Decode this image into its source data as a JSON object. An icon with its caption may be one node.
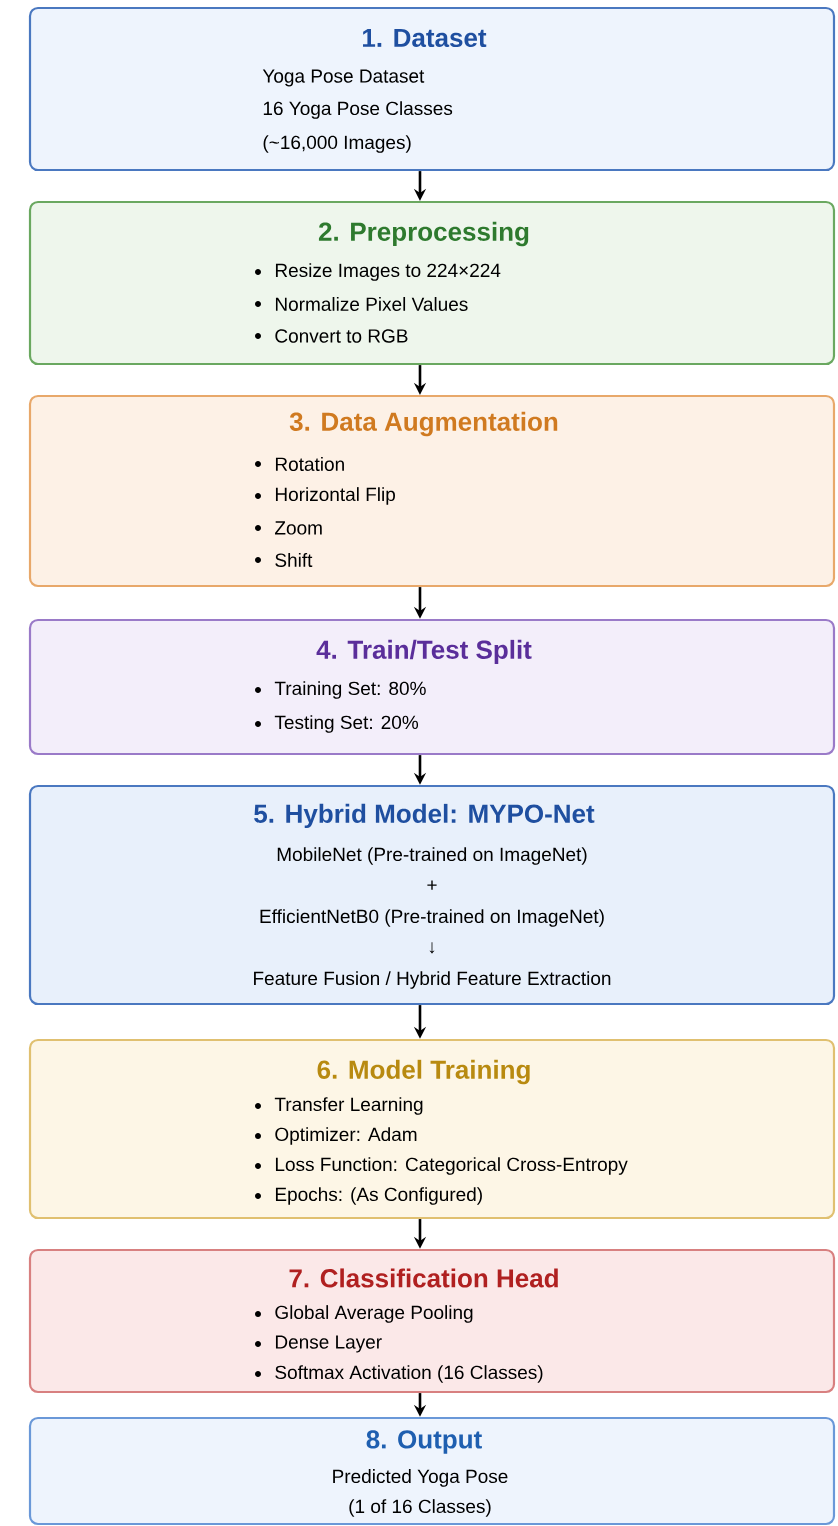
{
  "diagram": {
    "nodes": [
      {
        "text": [
          "1. Dataset",
          "Yoga Pose Dataset",
          "16 Yoga Pose Classes",
          "(~16,000 Images)"
        ]
      },
      {
        "text": [
          "2. Preprocessing",
          "Resize Images to 224×224",
          "Normalize Pixel Values",
          "Convert to RGB"
        ]
      },
      {
        "text": [
          "3. Data Augmentation",
          "Rotation",
          "Horizontal Flip",
          "Zoom",
          "Shift"
        ]
      },
      {
        "text": [
          "4. Train/Test Split",
          "Training Set: 80%",
          "Testing Set: 20%"
        ]
      },
      {
        "text": [
          "5. Hybrid Model: MYPO-Net",
          "MobileNet (Pre-trained on ImageNet)",
          "+",
          "EfficientNetB0 (Pre-trained on ImageNet)",
          "↓",
          "Feature Fusion / Hybrid Feature Extraction"
        ]
      },
      {
        "text": [
          "6. Model Training",
          "Transfer Learning",
          "Optimizer: Adam",
          "Loss Function: Categorical Cross-Entropy",
          "Epochs: (As Configured)"
        ]
      },
      {
        "text": [
          "7. Classification Head",
          "Global Average Pooling",
          "Dense Layer",
          "Softmax Activation (16 Classes)"
        ]
      },
      {
        "text": [
          "8. Output",
          "Predicted Yoga Pose",
          "(1 of 16 Classes)"
        ]
      }
    ],
    "edges": [
      {
        "from": 0,
        "to": 1,
        "arrow": "to"
      },
      {
        "from": 1,
        "to": 2,
        "arrow": "to"
      },
      {
        "from": 2,
        "to": 3,
        "arrow": "to"
      },
      {
        "from": 3,
        "to": 4,
        "arrow": "to"
      },
      {
        "from": 4,
        "to": 5,
        "arrow": "to"
      },
      {
        "from": 5,
        "to": 6,
        "arrow": "to"
      },
      {
        "from": 6,
        "to": 7,
        "arrow": "to"
      }
    ]
  }
}
